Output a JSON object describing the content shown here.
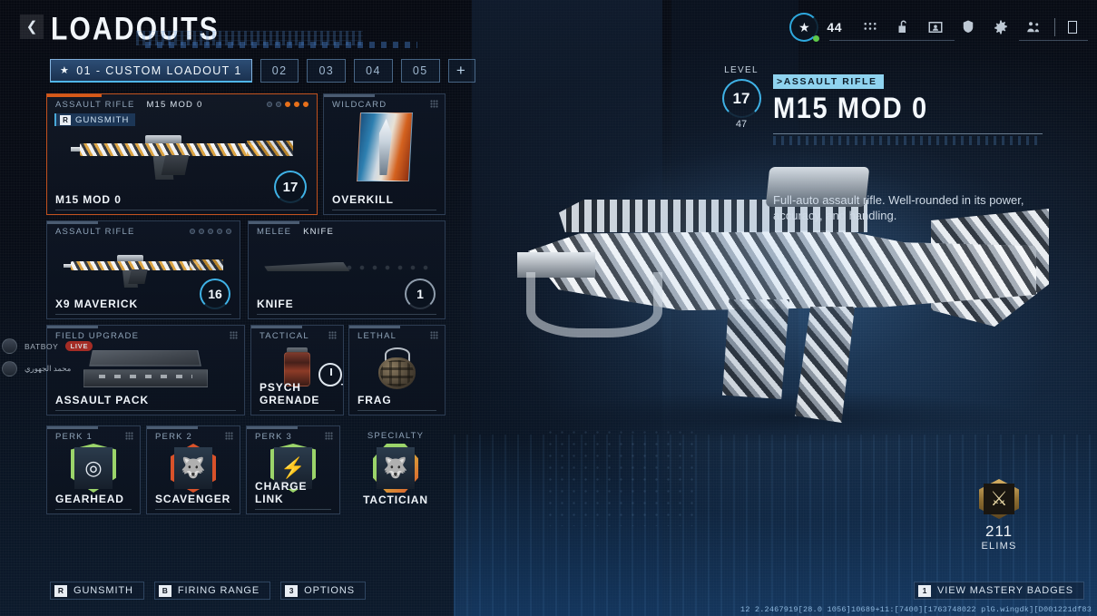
{
  "header": {
    "back_icon": "chevron-left-icon",
    "title": "LOADOUTS",
    "rank_icon": "star-rank-icon",
    "rank_level": "44",
    "icons": [
      {
        "name": "apps-grid-icon"
      },
      {
        "name": "unlock-icon"
      },
      {
        "name": "id-card-icon"
      },
      {
        "name": "shield-crest-icon"
      },
      {
        "name": "gear-icon"
      },
      {
        "name": "squad-people-icon"
      }
    ],
    "trailing_icon": "battery-icon"
  },
  "tabs": [
    {
      "id": "01",
      "label": "01 - CUSTOM LOADOUT 1",
      "star": "★",
      "active": true
    },
    {
      "id": "02",
      "label": "02",
      "active": false
    },
    {
      "id": "03",
      "label": "03",
      "active": false
    },
    {
      "id": "04",
      "label": "04",
      "active": false
    },
    {
      "id": "05",
      "label": "05",
      "active": false
    },
    {
      "id": "add",
      "label": "+",
      "active": false
    }
  ],
  "cards": {
    "primary": {
      "slot": "ASSAULT RIFLE",
      "weapon": "M15 MOD 0",
      "name": "M15 MOD 0",
      "level": "17",
      "gunsmith_key": "R",
      "gunsmith_label": "GUNSMITH",
      "attachment_dots": [
        false,
        false,
        true,
        true,
        true
      ]
    },
    "wildcard": {
      "slot": "WILDCARD",
      "name": "OVERKILL"
    },
    "secondary": {
      "slot": "ASSAULT RIFLE",
      "name": "X9 MAVERICK",
      "level": "16",
      "attachment_dots": [
        false,
        false,
        false,
        false,
        false
      ]
    },
    "melee": {
      "slot": "MELEE",
      "weapon": "KNIFE",
      "name": "KNIFE",
      "level": "1"
    },
    "field_upgrade": {
      "slot": "FIELD UPGRADE",
      "name": "ASSAULT PACK"
    },
    "tactical": {
      "slot": "TACTICAL",
      "name": "PSYCH GRENADE"
    },
    "lethal": {
      "slot": "LETHAL",
      "name": "FRAG"
    },
    "perk1": {
      "slot": "PERK 1",
      "name": "GEARHEAD",
      "icon": "target-ring-icon",
      "color": "#9bd46a"
    },
    "perk2": {
      "slot": "PERK 2",
      "name": "SCAVENGER",
      "icon": "hyena-head-icon",
      "color": "#d9522a"
    },
    "perk3": {
      "slot": "PERK 3",
      "name": "CHARGE LINK",
      "icon": "lightning-bolt-icon",
      "color": "#9bd46a"
    },
    "specialty": {
      "slot": "SPECIALTY",
      "name": "TACTICIAN",
      "icon": "wolf-head-icon",
      "color": "#9bd46a"
    }
  },
  "detail": {
    "level_label": "LEVEL",
    "level_value": "17",
    "level_sub": "47",
    "category": ">ASSAULT RIFLE",
    "title": "M15 MOD 0",
    "description": "Full-auto assault rifle. Well-rounded in its power, accuracy, and handling."
  },
  "mastery": {
    "icon": "crossed-swords-badge-icon",
    "value": "211",
    "label": "ELIMS"
  },
  "footer": {
    "prompts": [
      {
        "key": "R",
        "label": "GUNSMITH"
      },
      {
        "key": "B",
        "label": "FIRING RANGE"
      },
      {
        "key": "3",
        "label": "OPTIONS"
      }
    ],
    "mastery_prompt": {
      "key": "1",
      "label": "VIEW MASTERY BADGES"
    },
    "debug": "12 2.2467919[28.0 1056]10689+11:[7400][1763748022 plG.wingdk][D001221df83"
  },
  "overlays": [
    {
      "name": "BATBOY",
      "badge": "LIVE"
    },
    {
      "name": "محمد الجهوري",
      "badge": ""
    }
  ],
  "colors": {
    "accent_blue": "#3fb2e6",
    "accent_orange": "#d65a18",
    "pill_blue": "#8fd3ef",
    "perk_green": "#9bd46a"
  }
}
